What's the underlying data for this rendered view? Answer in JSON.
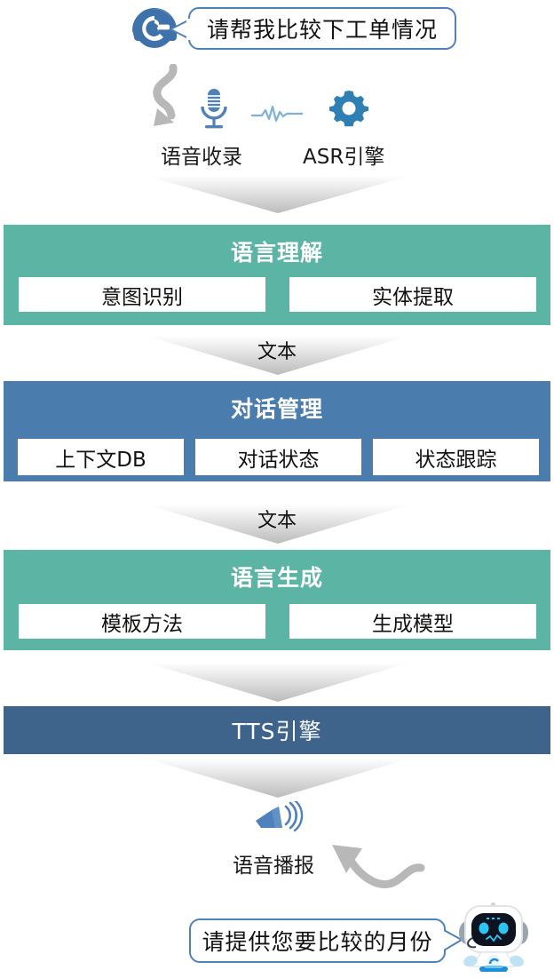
{
  "colors": {
    "green": "#5cb5a4",
    "blue": "#4b7cae",
    "tts_blue": "#3f648c",
    "bubble_border": "#4f81bd",
    "icon_blue": "#4f81bd",
    "arrow_grey": "#b3b3b3",
    "chevron_light": "#ffffff",
    "chevron_dark": "#bcbcbc"
  },
  "user_bubble": {
    "text": "请帮我比较下工单情况"
  },
  "capture_row": {
    "mic_label": "语音收录",
    "asr_label": "ASR引擎"
  },
  "stages": [
    {
      "id": "nlu",
      "title": "语言理解",
      "color": "green",
      "chips": [
        "意图识别",
        "实体提取"
      ]
    },
    {
      "id": "dm",
      "title": "对话管理",
      "color": "blue",
      "chips": [
        "上下文DB",
        "对话状态",
        "状态跟踪"
      ]
    },
    {
      "id": "nlg",
      "title": "语言生成",
      "color": "green",
      "chips": [
        "模板方法",
        "生成模型"
      ]
    }
  ],
  "connectors": [
    {
      "id": "to-nlu",
      "label": ""
    },
    {
      "id": "nlu-to-dm",
      "label": "文本"
    },
    {
      "id": "dm-to-nlg",
      "label": "文本"
    },
    {
      "id": "nlg-to-tts",
      "label": ""
    },
    {
      "id": "tts-to-speak",
      "label": ""
    }
  ],
  "tts_bar": {
    "title": "TTS引擎"
  },
  "speak_row": {
    "label": "语音播报"
  },
  "bot_bubble": {
    "text": "请提供您要比较的月份"
  },
  "icons": {
    "headset": "headset-icon",
    "microphone": "microphone-icon",
    "waveform": "waveform-icon",
    "gear": "gear-icon",
    "megaphone": "megaphone-icon",
    "robot": "robot-icon",
    "curved_arrow_down": "curved-arrow-down-icon",
    "curved_arrow_up": "curved-arrow-up-icon"
  }
}
